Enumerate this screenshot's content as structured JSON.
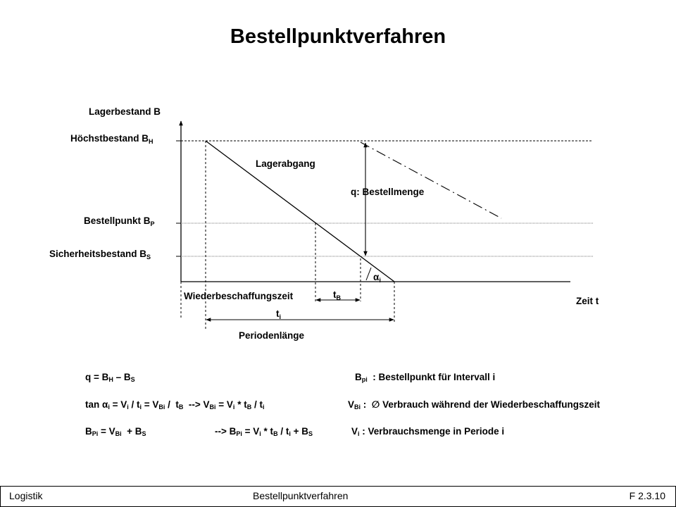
{
  "slide": {
    "title": "Bestellpunktverfahren"
  },
  "diagram": {
    "y_axis_label": "Lagerbestand B",
    "x_axis_label": "Zeit t",
    "hoechstbestand": {
      "text": "Höchstbestand B",
      "sub": "H"
    },
    "bestellpunkt": {
      "text": "Bestellpunkt B",
      "sub": "P"
    },
    "sicherheitsbestand": {
      "text": "Sicherheitsbestand B",
      "sub": "S"
    },
    "lagerabgang": "Lagerabgang",
    "bestellmenge": "q: Bestellmenge",
    "alpha": {
      "symbol": "α",
      "sub": "i"
    },
    "wiederbeschaffungszeit": "Wiederbeschaffungszeit",
    "tB": {
      "symbol": "t",
      "sub": "B"
    },
    "ti": {
      "symbol": "t",
      "sub": "i"
    },
    "periodenlaenge": "Periodenlänge"
  },
  "formulas": {
    "left1": "q = B<sub>H</sub> – B<sub>S</sub>",
    "left2": "tan α<sub>i</sub> = V<sub>i</sub> / t<sub>i</sub> = V<sub>Bi</sub> /&nbsp; t<sub>B</sub> &nbsp;--&gt; V<sub>Bi</sub> = V<sub>i</sub> * t<sub>B</sub> / t<sub>i</sub>",
    "left3": "B<sub>Pi</sub> = V<sub>Bi</sub> &nbsp;+ B<sub>S</sub>",
    "mid3": "--&gt; B<sub>Pi</sub> = V<sub>i</sub> * t<sub>B</sub> / t<sub>i</sub> + B<sub>S</sub>",
    "right1": "B<sub>pi</sub> &nbsp;: Bestellpunkt für Intervall i",
    "right2": "V<sub>Bi</sub> : &nbsp;∅ Verbrauch während der Wiederbeschaffungszeit",
    "right3": "V<sub>i</sub> : Verbrauchsmenge in Periode i"
  },
  "footer": {
    "left": "Logistik",
    "center": "Bestellpunktverfahren",
    "right": "F 2.3.10"
  }
}
